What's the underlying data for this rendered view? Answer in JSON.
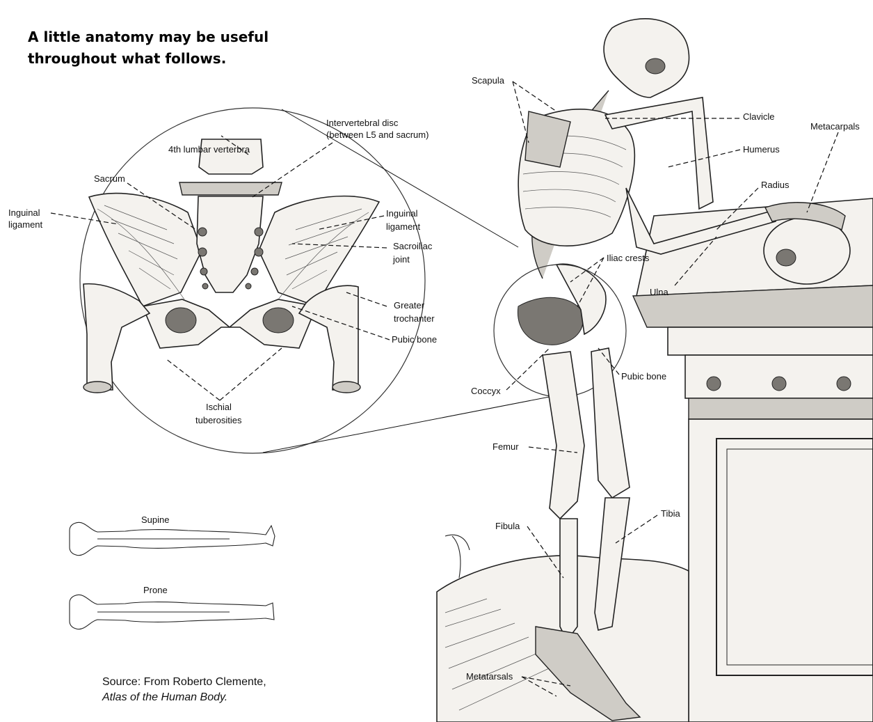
{
  "heading": {
    "line1": "A little anatomy may be useful",
    "line2": "throughout what follows."
  },
  "source": {
    "line1": "Source: From Roberto Clemente,",
    "line2": "Atlas of the Human Body."
  },
  "pelvis_labels": {
    "lumbar": "4th lumbar verterbra",
    "disc1": "Intervertebral disc",
    "disc2": "(between L5 and sacrum)",
    "sacrum": "Sacrum",
    "inguinal_left1": "Inguinal",
    "inguinal_left2": "ligament",
    "inguinal_right1": "Inguinal",
    "inguinal_right2": "ligament",
    "sacroiliac1": "Sacroiliac",
    "sacroiliac2": "joint",
    "greater1": "Greater",
    "greater2": "trochanter",
    "pubic": "Pubic bone",
    "ischial1": "Ischial",
    "ischial2": "tuberosities"
  },
  "skeleton_labels": {
    "scapula": "Scapula",
    "clavicle": "Clavicle",
    "metacarpals": "Metacarpals",
    "humerus": "Humerus",
    "radius": "Radius",
    "iliac": "Iliac crests",
    "ulna": "Ulna",
    "pubic": "Pubic bone",
    "coccyx": "Coccyx",
    "femur": "Femur",
    "tibia": "Tibia",
    "fibula": "Fibula",
    "metatarsals": "Metatarsals"
  },
  "positions": {
    "supine": "Supine",
    "prone": "Prone"
  }
}
